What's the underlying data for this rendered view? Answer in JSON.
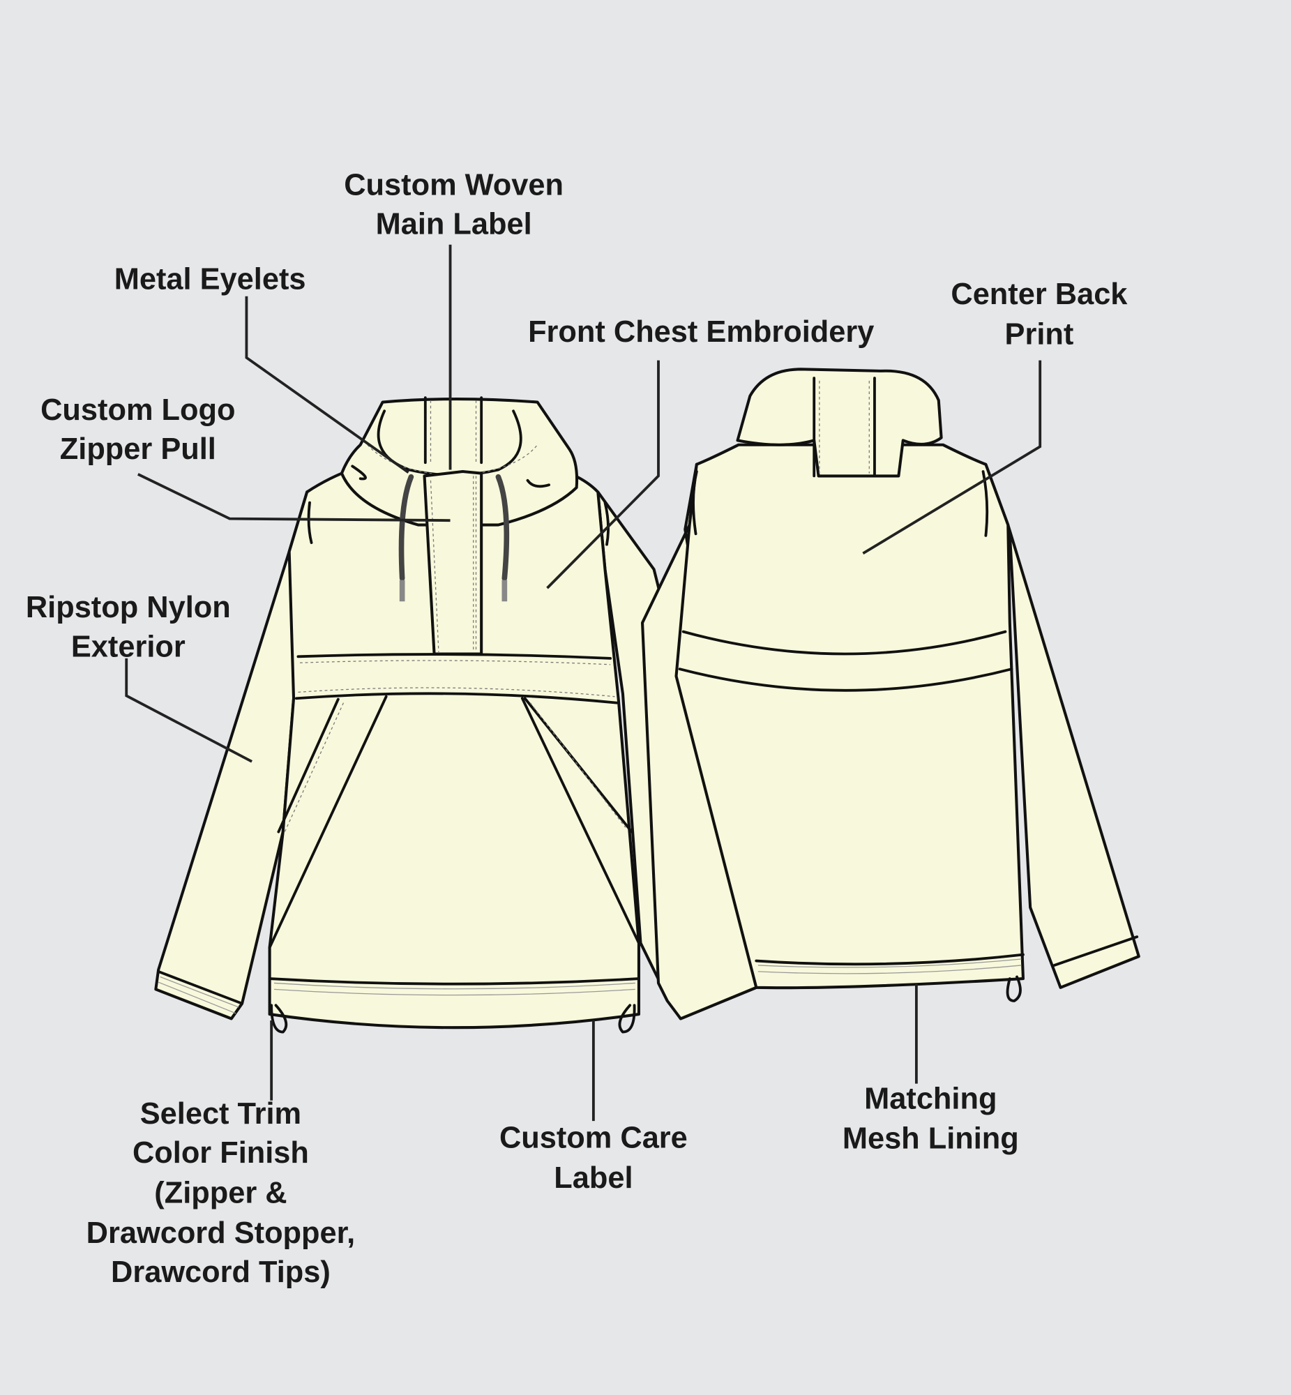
{
  "callouts": {
    "woven_label": [
      "Custom Woven",
      "Main Label"
    ],
    "metal_eyelets": [
      "Metal Eyelets"
    ],
    "front_chest": [
      "Front Chest Embroidery"
    ],
    "center_back": [
      "Center Back",
      "Print"
    ],
    "zipper_pull": [
      "Custom Logo",
      "Zipper Pull"
    ],
    "ripstop": [
      "Ripstop Nylon",
      "Exterior"
    ],
    "select_trim": [
      "Select Trim",
      "Color Finish",
      "(Zipper &",
      "Drawcord Stopper,",
      "Drawcord Tips)"
    ],
    "care_label": [
      "Custom Care",
      "Label"
    ],
    "mesh_lining": [
      "Matching",
      "Mesh Lining"
    ]
  },
  "colors": {
    "background": "#e6e7e9",
    "garment": "#f8f8dc",
    "outline": "#111111",
    "drawcord": "#444444"
  }
}
